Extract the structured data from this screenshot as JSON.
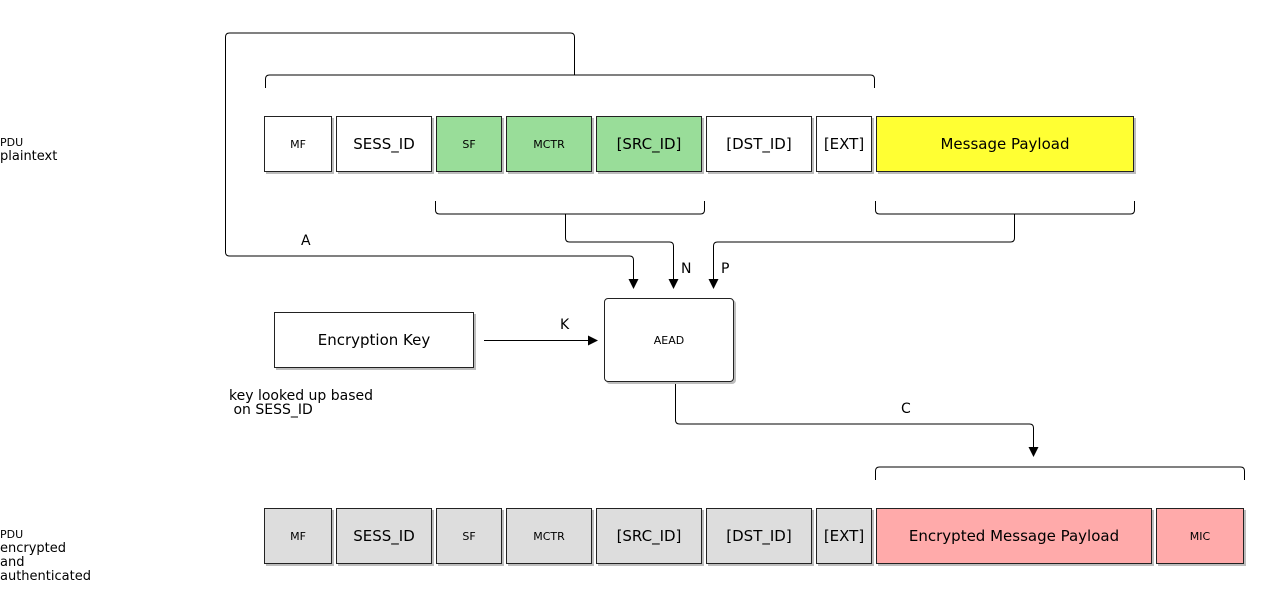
{
  "labels": {
    "plaintext_pdu": [
      "PDU",
      "plaintext"
    ],
    "encrypted_pdu": [
      "PDU",
      "encrypted",
      "and",
      "authenticated"
    ]
  },
  "plaintext_fields": [
    "MF",
    "SESS_ID",
    "SF",
    "MCTR",
    "[SRC_ID]",
    "[DST_ID]",
    "[EXT]",
    "Message Payload"
  ],
  "encrypted_fields": [
    "MF",
    "SESS_ID",
    "SF",
    "MCTR",
    "[SRC_ID]",
    "[DST_ID]",
    "[EXT]",
    "Encrypted Message Payload",
    "MIC"
  ],
  "key_box": "Encryption Key",
  "aead_box": "AEAD",
  "key_note": "key looked up based\n on SESS_ID",
  "arrow_labels": {
    "a": "A",
    "n": "N",
    "p": "P",
    "k": "K",
    "c": "C"
  },
  "colors": {
    "white": "#ffffff",
    "green": "#99dd99",
    "yellow": "#ffff33",
    "gray": "#dddddd",
    "pink": "#ffaaaa"
  }
}
